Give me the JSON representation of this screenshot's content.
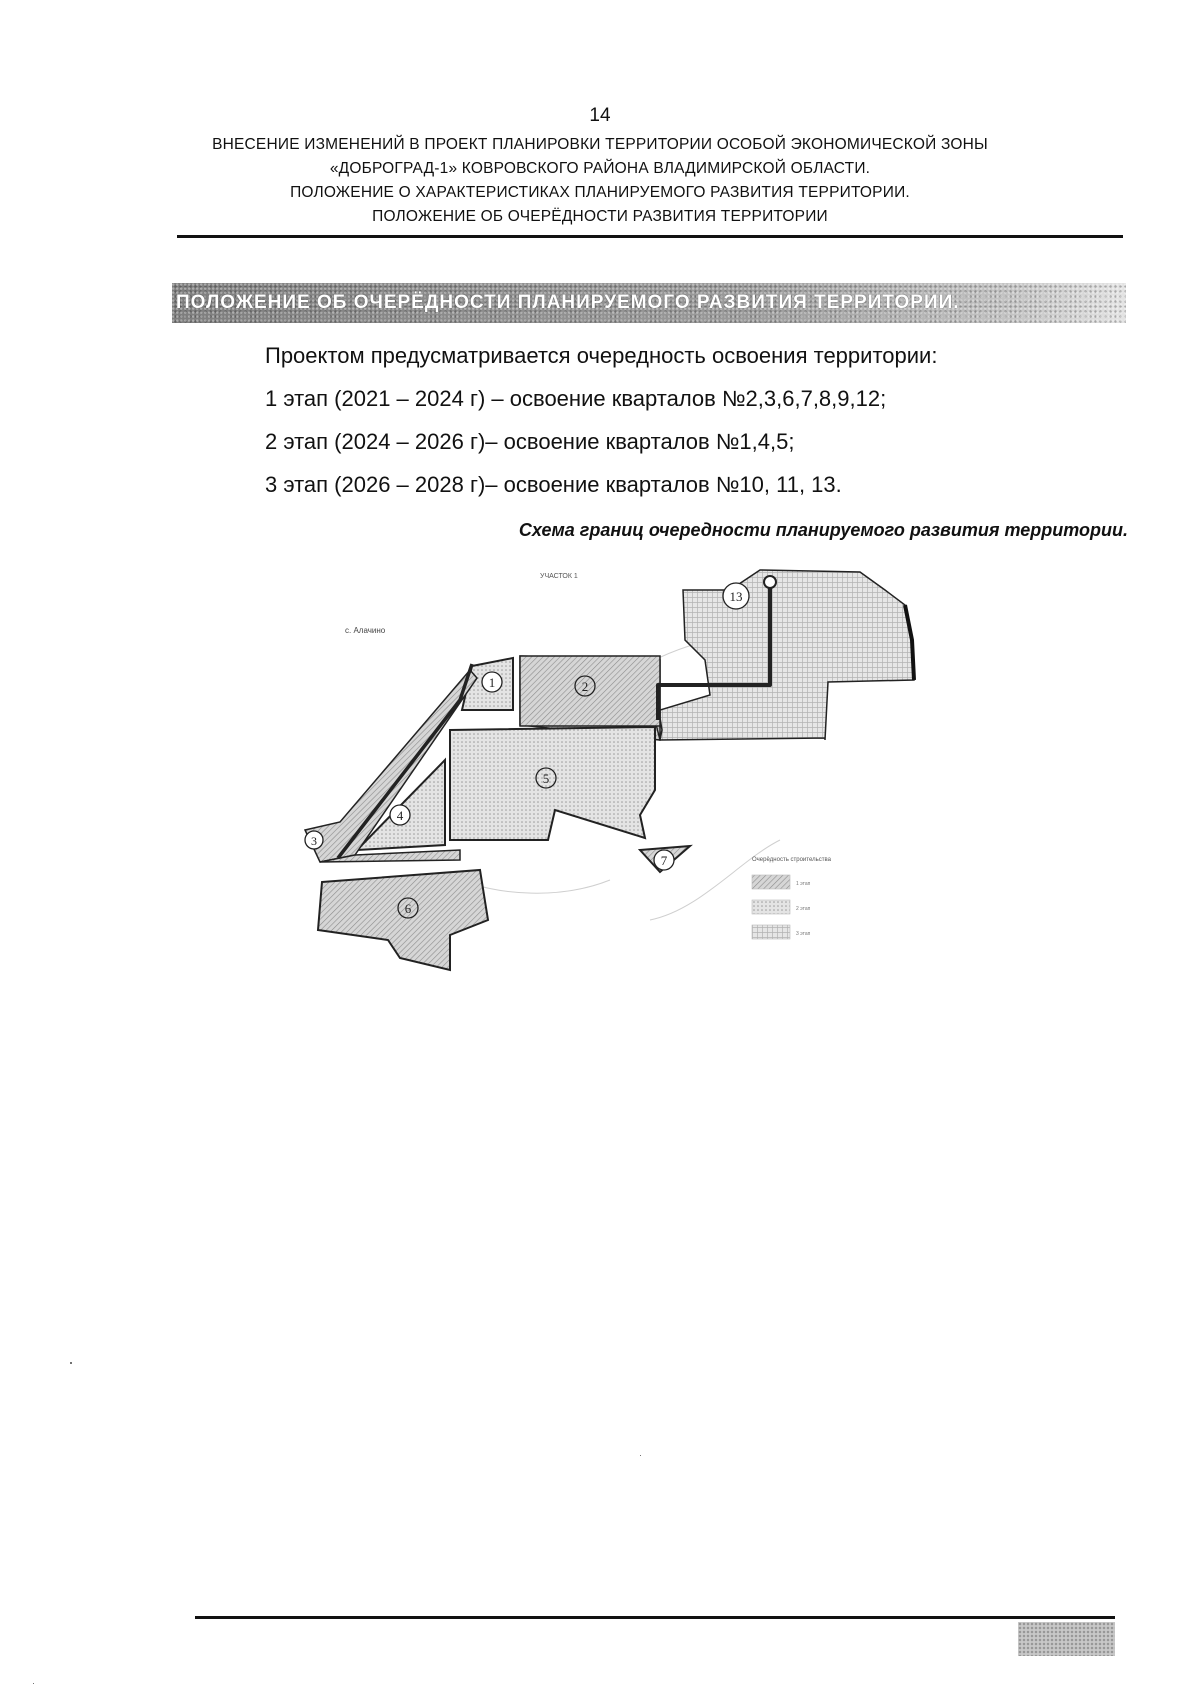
{
  "page_number": "14",
  "header": {
    "lines": [
      "ВНЕСЕНИЕ ИЗМЕНЕНИЙ В ПРОЕКТ ПЛАНИРОВКИ ТЕРРИТОРИИ ОСОБОЙ ЭКОНОМИЧЕСКОЙ ЗОНЫ",
      "«ДОБРОГРАД-1» КОВРОВСКОГО РАЙОНА ВЛАДИМИРСКОЙ ОБЛАСТИ.",
      "ПОЛОЖЕНИЕ О ХАРАКТЕРИСТИКАХ ПЛАНИРУЕМОГО РАЗВИТИЯ ТЕРРИТОРИИ.",
      "ПОЛОЖЕНИЕ ОБ ОЧЕРЁДНОСТИ РАЗВИТИЯ ТЕРРИТОРИИ"
    ]
  },
  "section_title": "ПОЛОЖЕНИЕ ОБ ОЧЕРЁДНОСТИ ПЛАНИРУЕМОГО РАЗВИТИЯ ТЕРРИТОРИИ.",
  "body": {
    "intro": "Проектом предусматривается очередность освоения территории:",
    "stages": [
      "1 этап (2021 – 2024 г) – освоение кварталов №2,3,6,7,8,9,12;",
      "2 этап (2024 – 2026 г)– освоение кварталов №1,4,5;",
      "3 этап (2026 – 2028 г)– освоение кварталов №10, 11, 13."
    ]
  },
  "caption": "Схема границ очередности планируемого развития территории.",
  "map": {
    "area_label": "УЧАСТОК 1",
    "village_label": "с. Алачино",
    "quarters": [
      "1",
      "2",
      "3",
      "4",
      "5",
      "6",
      "7",
      "13"
    ],
    "legend": {
      "title": "Очерёдность строительства",
      "items": [
        "1 этап",
        "2 этап",
        "3 этап"
      ]
    }
  }
}
